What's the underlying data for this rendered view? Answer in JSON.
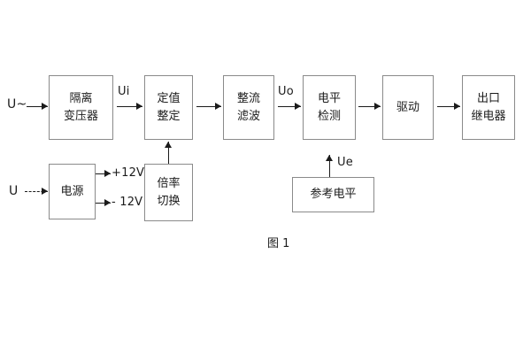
{
  "figure": {
    "caption": "图 1",
    "type": "block-diagram"
  },
  "blocks": [
    {
      "id": "isolation-transformer",
      "lines": [
        "隔离",
        "变压器"
      ]
    },
    {
      "id": "setting-value",
      "lines": [
        "定值",
        "整定"
      ]
    },
    {
      "id": "rectify-filter",
      "lines": [
        "整流",
        "滤波"
      ]
    },
    {
      "id": "level-detect",
      "lines": [
        "电平",
        "检测"
      ]
    },
    {
      "id": "drive",
      "lines": [
        "驱动"
      ]
    },
    {
      "id": "output-relay",
      "lines": [
        "出口",
        "继电器"
      ]
    },
    {
      "id": "power-supply",
      "lines": [
        "电源"
      ]
    },
    {
      "id": "multiplier-switch",
      "lines": [
        "倍率",
        "切换"
      ]
    },
    {
      "id": "reference-level",
      "lines": [
        "参考电平"
      ]
    }
  ],
  "signals": {
    "input_ac": "U~",
    "input_dc": "U",
    "ui": "Ui",
    "uo": "Uo",
    "ue": "Ue",
    "rail_positive": "+12V",
    "rail_negative": "- 12V"
  },
  "colors": {
    "box_border": "#8a8a8a",
    "text": "#1b1b1b",
    "arrow": "#1b1b1b",
    "background": "#ffffff"
  }
}
